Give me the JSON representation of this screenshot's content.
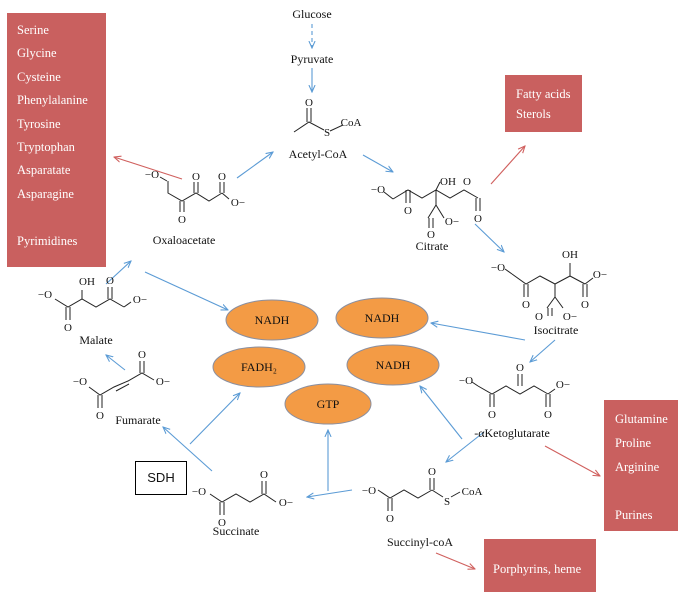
{
  "metabolites": {
    "glucose": "Glucose",
    "pyruvate": "Pyruvate",
    "acetyl_coa": "Acetyl-CoA",
    "citrate": "Citrate",
    "isocitrate": "Isocitrate",
    "ketoglutarate": "-αKetoglutarate",
    "succinyl_coa": "Succinyl-coA",
    "succinate": "Succinate",
    "fumarate": "Fumarate",
    "malate": "Malate",
    "oxaloacetate": "Oxaloacetate"
  },
  "atoms": {
    "o": "O",
    "o_minus": "−O",
    "o_minus_right": "O−",
    "oh": "OH",
    "s": "S",
    "coa": "CoA"
  },
  "cofactors": {
    "nadh_1": "NADH",
    "nadh_2": "NADH",
    "nadh_3": "NADH",
    "fadh2": "FADH₂",
    "gtp": "GTP"
  },
  "boxes": {
    "amino_acids": [
      "Serine",
      "Glycine",
      "Cysteine",
      "Phenylalanine",
      "Tyrosine",
      "Tryptophan",
      "Asparatate",
      "Asparagine",
      "",
      "Pyrimidines"
    ],
    "fatty": [
      "Fatty acids",
      "Sterols"
    ],
    "glutamine": [
      "Glutamine",
      "Proline",
      "Arginine",
      "",
      "Purines"
    ],
    "porphyrins": "Porphyrins, heme"
  },
  "enzyme_label": "SDH",
  "colors": {
    "box_fill": "#c9605f",
    "cofactor_fill": "#f39b45",
    "cofactor_stroke": "#8a8fa0",
    "blue_arrow": "#5b9bd5",
    "red_arrow": "#d0605e"
  }
}
